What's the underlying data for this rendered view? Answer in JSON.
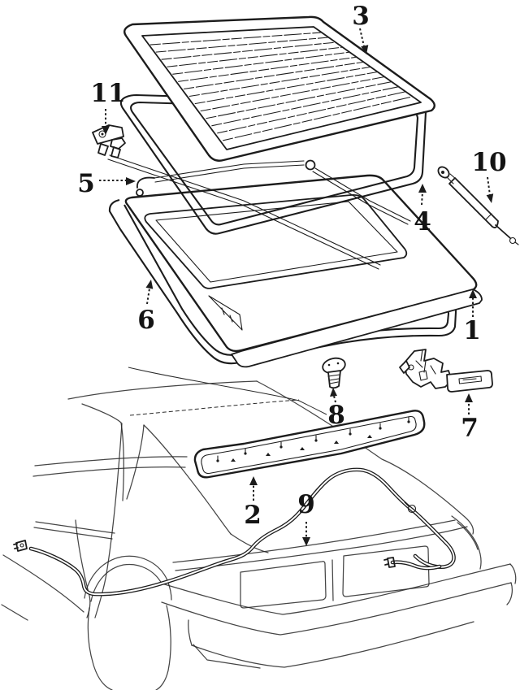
{
  "colors": {
    "background": "#ffffff",
    "ink": "#1c1c1c"
  },
  "figure_type": "exploded parts line diagram",
  "callouts": [
    {
      "num": "1"
    },
    {
      "num": "2"
    },
    {
      "num": "3"
    },
    {
      "num": "4"
    },
    {
      "num": "5"
    },
    {
      "num": "6"
    },
    {
      "num": "7"
    },
    {
      "num": "8"
    },
    {
      "num": "9"
    },
    {
      "num": "10"
    },
    {
      "num": "11"
    }
  ]
}
